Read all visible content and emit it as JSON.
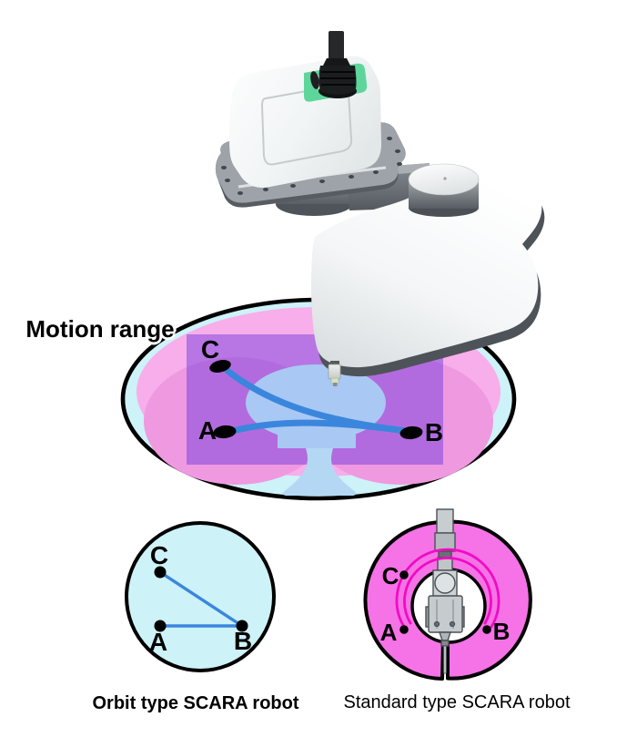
{
  "title": {
    "motion_range": "Motion range"
  },
  "main_diagram": {
    "point_a": "A",
    "point_b": "B",
    "point_c": "C"
  },
  "orbit_diagram": {
    "point_a": "A",
    "point_b": "B",
    "point_c": "C",
    "caption": "Orbit type SCARA robot"
  },
  "standard_diagram": {
    "point_a": "A",
    "point_b": "B",
    "point_c": "C",
    "caption": "Standard type SCARA robot"
  },
  "colors": {
    "cyan": "#cdf2f7",
    "pink": "#f7aeea",
    "pink_dark": "#ef99e1",
    "purple_overlay": "#6834dc",
    "robot_silhouette_blue": "#a9c8f3",
    "robot_silhouette_foot": "#b4d8f4",
    "path_blue": "#3b86dd",
    "magenta_pink": "#f573e6",
    "magenta_arc": "#f10bc4",
    "accent_green": "#5ed69b"
  }
}
